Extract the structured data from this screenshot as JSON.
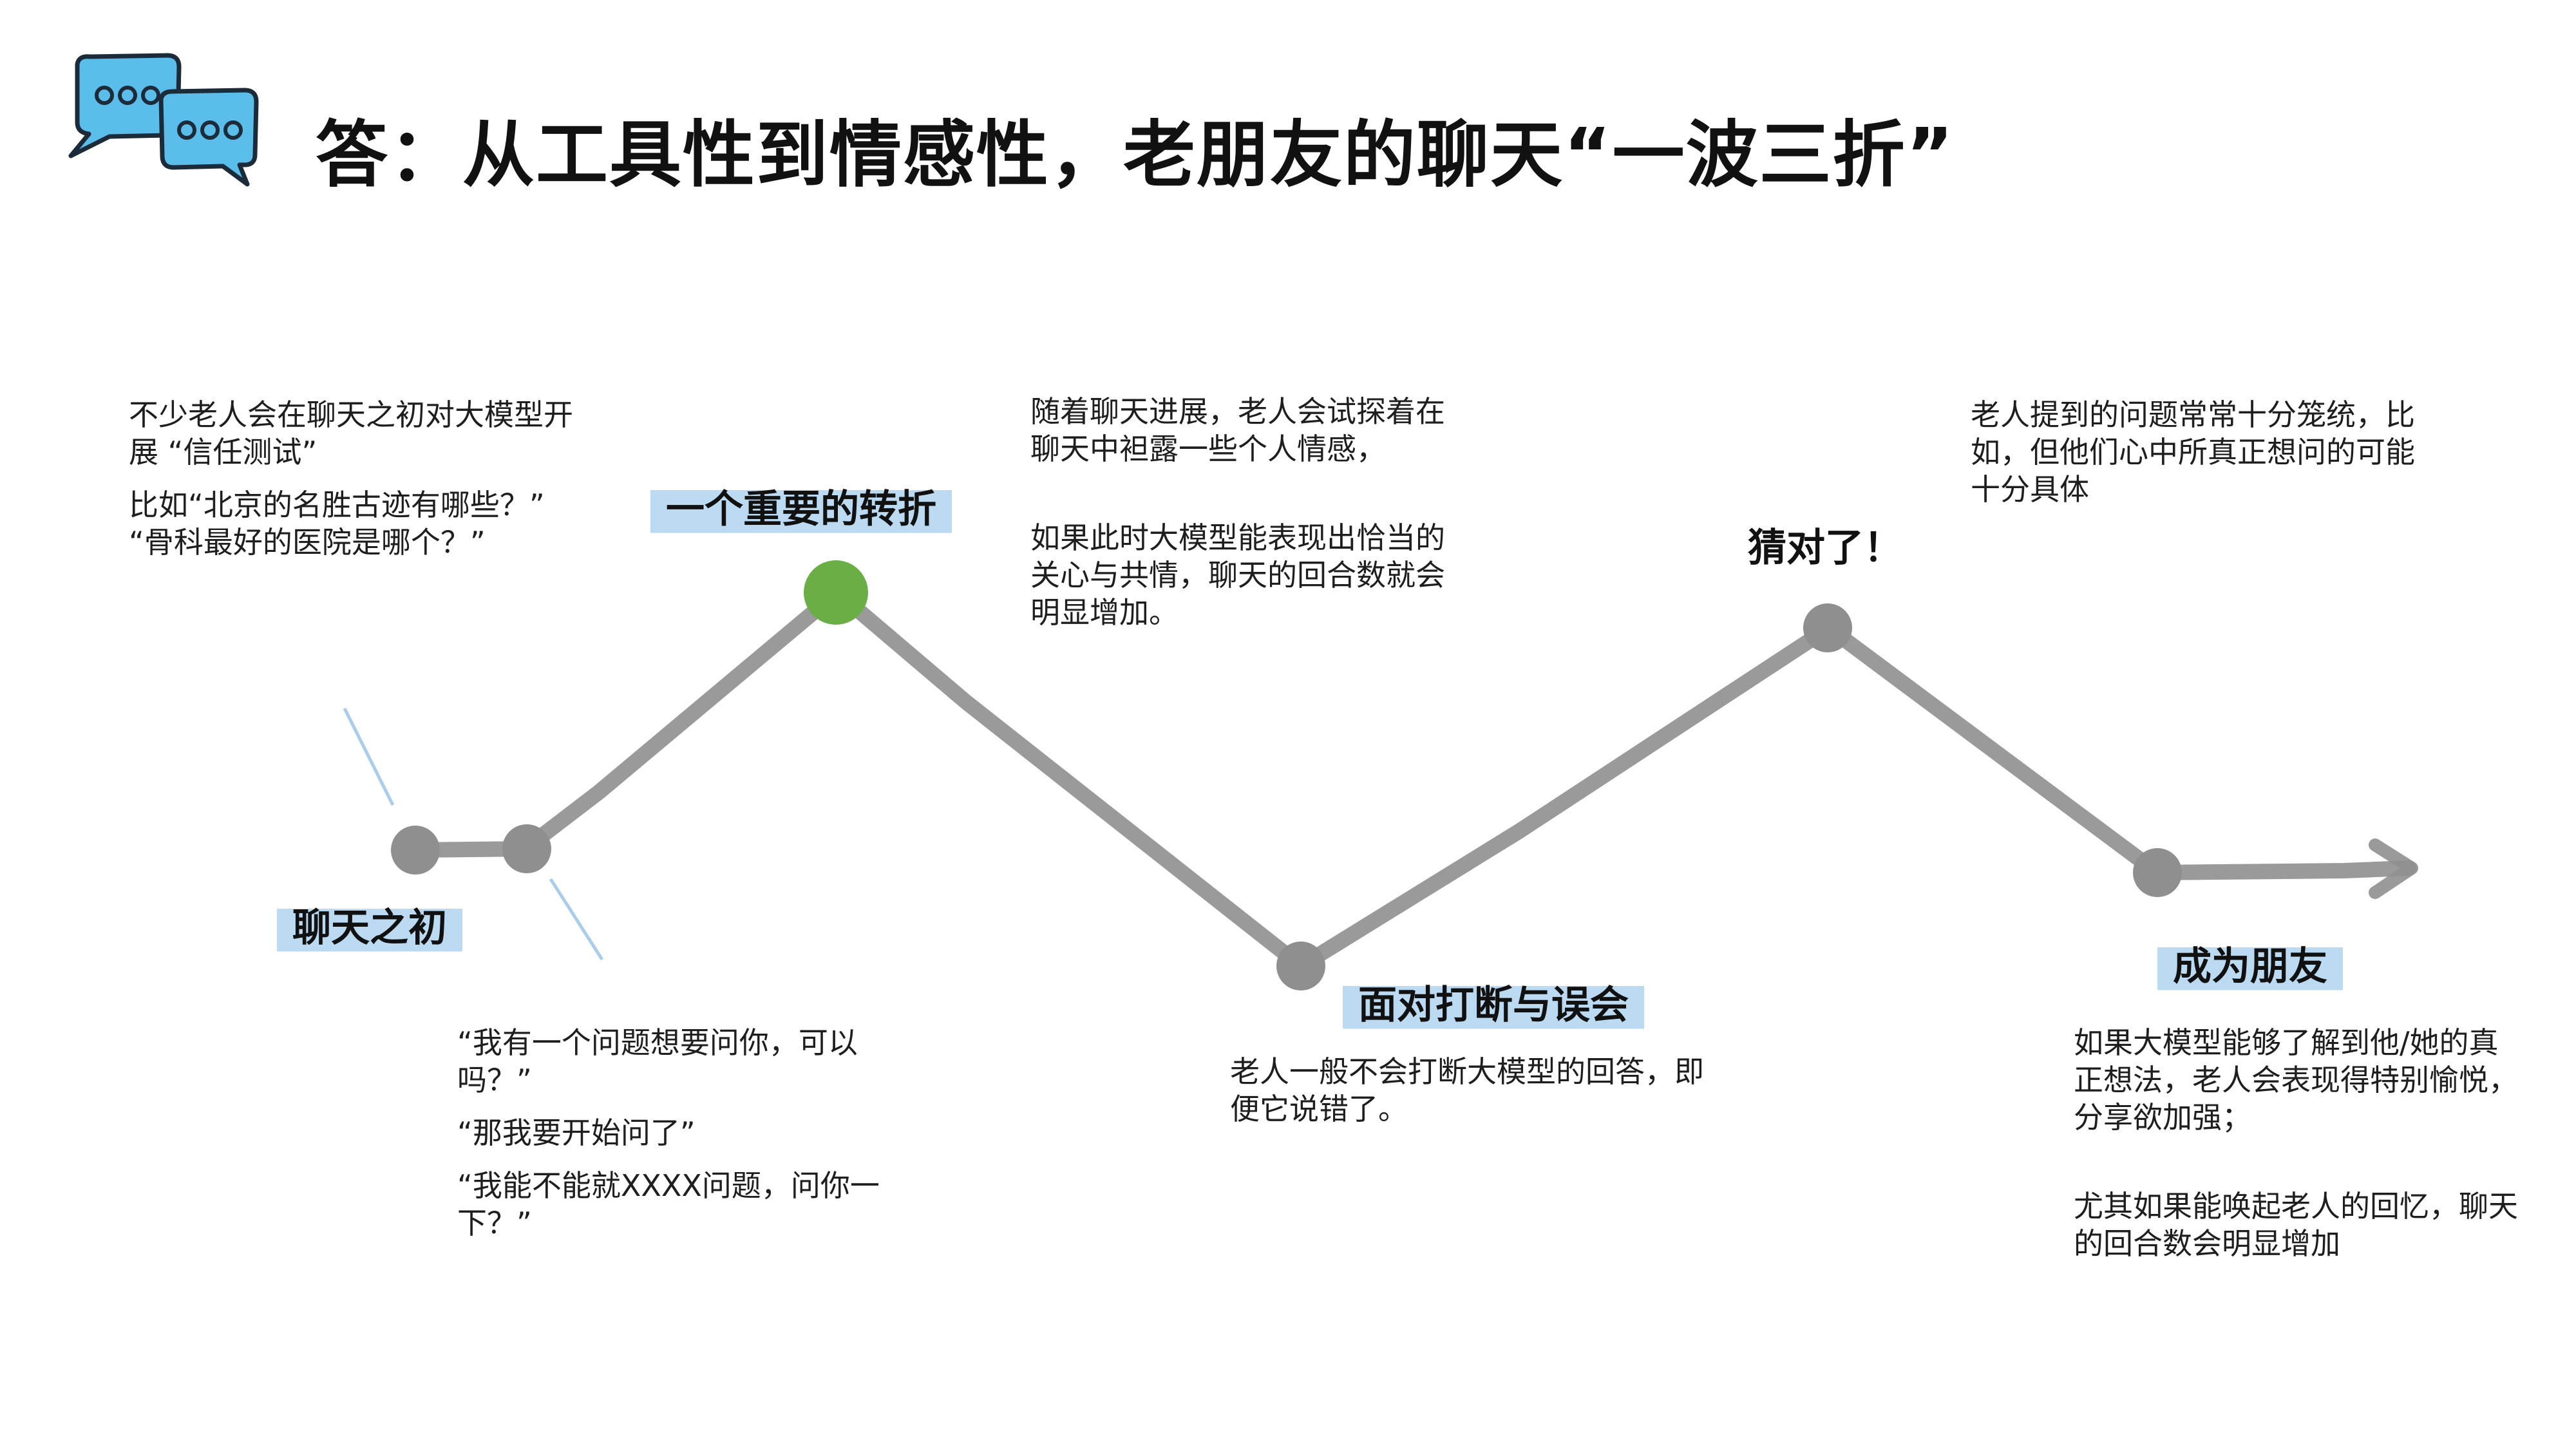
{
  "title": "答：从工具性到情感性，老朋友的聊天“一波三折”",
  "icons": {
    "logo": "chat-bubbles-icon"
  },
  "colors": {
    "line": "#8f8f8f",
    "highlight": "#b4d6f0",
    "turning_point": "#6aae45",
    "logo_blue": "#5bbdea"
  },
  "stages": {
    "start": {
      "label": "聊天之初",
      "note_top": [
        "不少老人会在聊天之初对大模型开展 “信任测试”",
        "比如“北京的名胜古迹有哪些？” “骨科最好的医院是哪个？”"
      ],
      "note_bottom": [
        "“我有一个问题想要问你，可以吗？”",
        "“那我要开始问了”",
        "“我能不能就XXXX问题，问你一下？”"
      ]
    },
    "turning": {
      "label": "一个重要的转折",
      "note": [
        "随着聊天进展，老人会试探着在聊天中袒露一些个人情感，",
        "如果此时大模型能表现出恰当的关心与共情，聊天的回合数就会明显增加。"
      ]
    },
    "interrupt": {
      "label": "面对打断与误会",
      "note": [
        "老人一般不会打断大模型的回答，即便它说错了。"
      ]
    },
    "guess": {
      "label": "猜对了！",
      "note": [
        "老人提到的问题常常十分笼统，比如，但他们心中所真正想问的可能十分具体"
      ]
    },
    "friend": {
      "label": "成为朋友",
      "note": [
        "如果大模型能够了解到他/她的真正想法，老人会表现得特别愉悦，分享欲加强；",
        "尤其如果能唤起老人的回忆，聊天的回合数会明显增加"
      ]
    }
  }
}
